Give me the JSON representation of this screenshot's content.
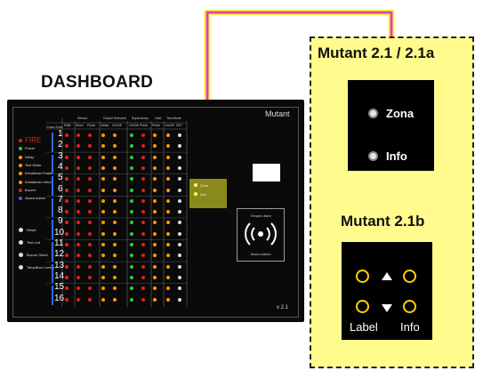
{
  "dashboard": {
    "title": "DASHBOARD",
    "panel_title": "Mutant",
    "version": "v 2.1",
    "column_headers": [
      "Cross Zone",
      "Sensor",
      "Output Selected",
      "Supervisory",
      "Hold",
      "Test Mode"
    ],
    "sub_headers": [
      "RAB",
      "Short",
      "Pulse",
      "Delay",
      "On/Off",
      "On/Off",
      "Pulse",
      "Pulse",
      "On/Off",
      "SET"
    ],
    "status_items": [
      {
        "label": "FIRE",
        "color": "#e02020"
      },
      {
        "label": "Power",
        "color": "#2ecc40"
      },
      {
        "label": "Delay",
        "color": "#ff9900"
      },
      {
        "label": "Test Mode",
        "color": "#ff9900"
      },
      {
        "label": "Kesalahan Power",
        "color": "#ff9900"
      },
      {
        "label": "Kesalahan Umum",
        "color": "#ff9900"
      },
      {
        "label": "Buzzer",
        "color": "#e02020"
      },
      {
        "label": "Akses Admin",
        "color": "#3366ff"
      }
    ],
    "buttons": [
      "Reset",
      "Test Led",
      "Buzzer Silent",
      "Tampilkan Config"
    ],
    "zones": [
      "1",
      "2",
      "3",
      "4",
      "5",
      "6",
      "7",
      "8",
      "9",
      "10",
      "11",
      "12",
      "13",
      "14",
      "15",
      "16"
    ],
    "dot_colors": [
      "#e02020",
      "#e02020",
      "#e02020",
      "#ff9900",
      "#ff9900",
      "#2ecc40",
      "#e02020",
      "#ff9900",
      "#ff9900",
      "#dddddd"
    ],
    "rfid_text": [
      "Tempel disini",
      "Akses Admin"
    ],
    "module_labels": [
      "Zona",
      "Info"
    ]
  },
  "mutant21": {
    "title": "Mutant 2.1 / 2.1a",
    "items": [
      "Zona",
      "Info"
    ]
  },
  "mutant21b": {
    "title": "Mutant 2.1b",
    "left_label": "Label",
    "right_label": "Info"
  },
  "colors": {
    "yellow_fill": "#fffb8c",
    "connector_outer": "#ffff33",
    "connector_inner": "#e040c0",
    "olive": "#8a8a1a",
    "ring": "#ffd400"
  }
}
